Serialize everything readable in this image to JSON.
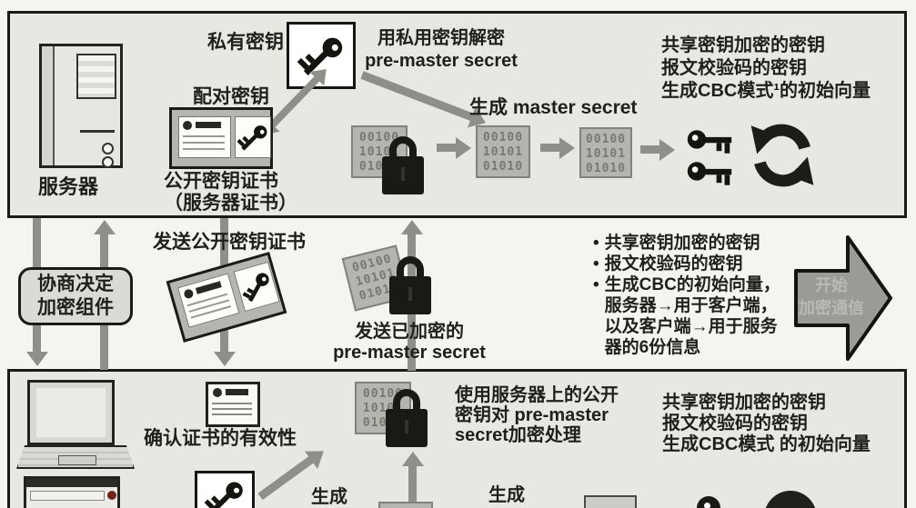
{
  "colors": {
    "page_bg": "#f5f4f0",
    "panel_bg": "#e9e7e1",
    "panel_border": "#1b1a17",
    "arrow_gray": "#8f8e89",
    "lock_black": "#191915",
    "start_arrow_fill": "#9b9a95",
    "start_arrow_text": "#bab9b4"
  },
  "icons": {
    "server": "server-tower-icon",
    "laptop": "laptop-icon",
    "browser": "browser-window-icon",
    "key": "key-icon",
    "key_pair": "key-pair-icon",
    "padlock": "padlock-icon",
    "certificate": "certificate-with-key-icon",
    "recycle": "recycle-arrows-icon",
    "encrypted_data": "encrypted-data-block"
  },
  "shared": {
    "binary_lines": "00100\n10101\n01010"
  },
  "server_box": {
    "server_label": "服务器",
    "private_key_label": "私有密钥",
    "paired_key_label": "配对密钥",
    "cert_label": "公开密钥证书\n（服务器证书）",
    "decrypt_text": "用私用密钥解密\npre-master secret",
    "master_secret_text": "生成 master secret",
    "result_text": "共享密钥加密的密钥\n报文校验码的密钥\n生成CBC模式¹的初始向量"
  },
  "middle": {
    "negotiate_text": "协商决定\n加密组件",
    "send_cert_label": "发送公开密钥证书",
    "send_pms_text": "发送已加密的\npre-master secret",
    "bullet1": "共享密钥加密的密钥",
    "bullet2": "报文校验码的密钥",
    "bullet3": "生成CBC的初始向量，\n服务器→用于客户端，\n以及客户端→用于服务\n器的6份信息",
    "start_arrow_text": "开始\n加密通信"
  },
  "client_box": {
    "verify_cert_label": "确认证书的有效性",
    "encrypt_text": "使用服务器上的公开\n密钥对 pre-master\nsecret加密处理",
    "generate_left": "生成",
    "generate_right": "生成",
    "result_text": "共享密钥加密的密钥\n报文校验码的密钥\n生成CBC模式 的初始向量"
  }
}
